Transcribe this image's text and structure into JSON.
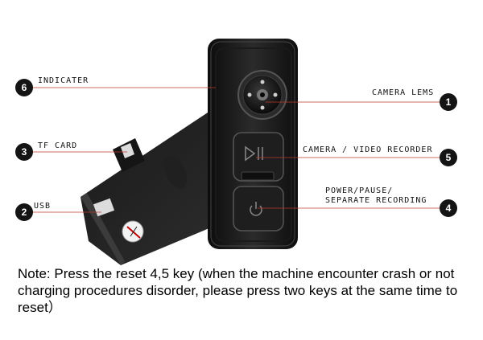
{
  "callouts": [
    {
      "number": "6",
      "label": "INDICATER"
    },
    {
      "number": "3",
      "label": "TF CARD"
    },
    {
      "number": "2",
      "label": "USB"
    },
    {
      "number": "1",
      "label": "CAMERA LEMS"
    },
    {
      "number": "5",
      "label": "CAMERA / VIDEO RECORDER"
    },
    {
      "number": "4",
      "label_line1": "POWER/PAUSE/",
      "label_line2": "SEPARATE RECORDING"
    }
  ],
  "note": "Note: Press the reset 4,5 key (when the machine encounter crash or not charging procedures disorder, please press two keys at the same time to reset）"
}
